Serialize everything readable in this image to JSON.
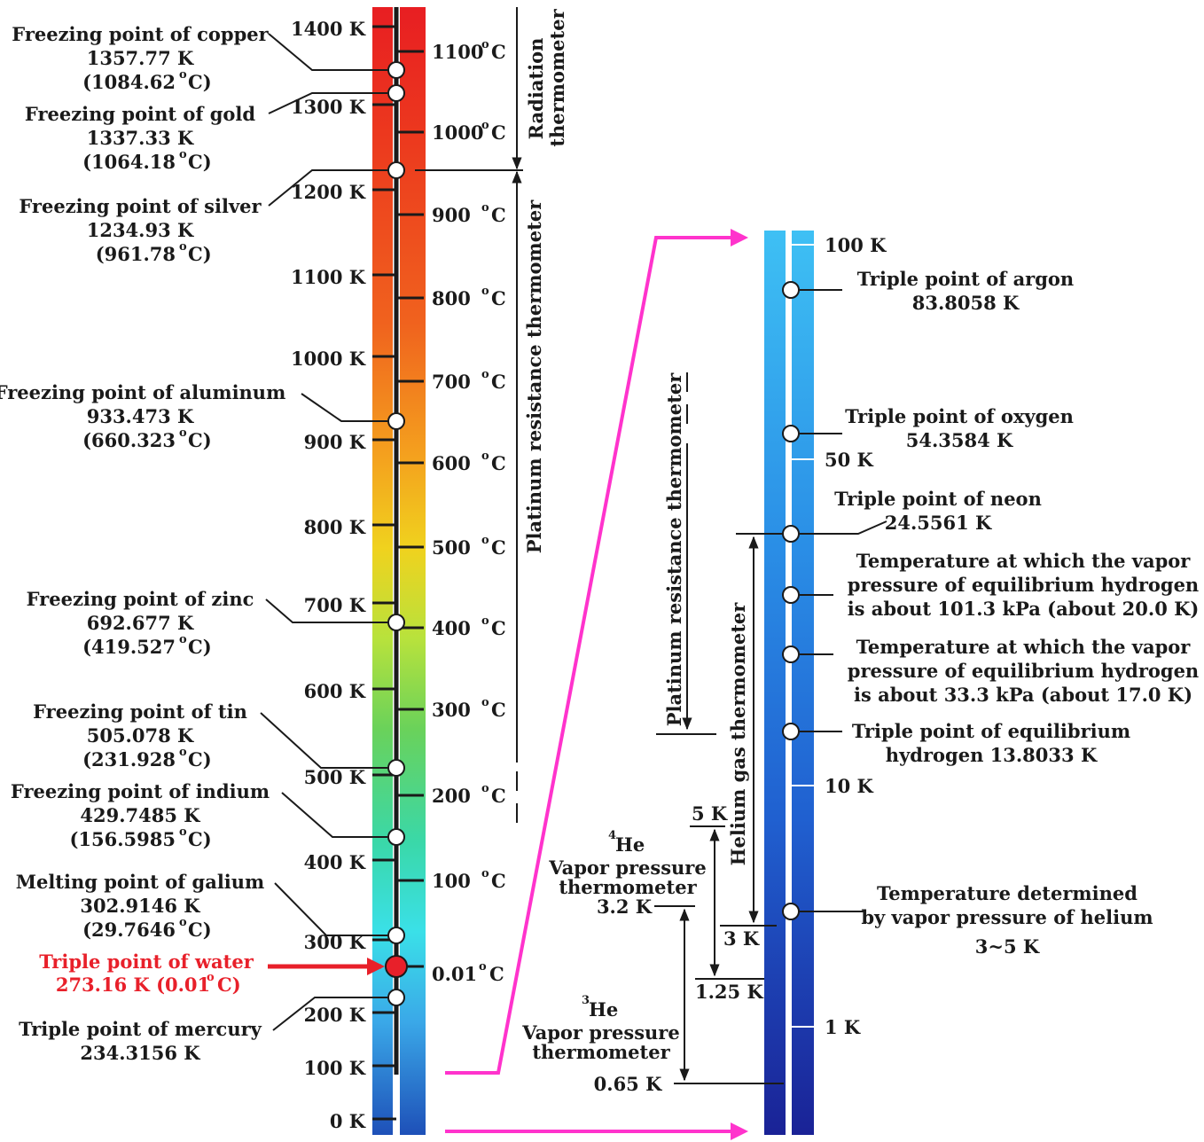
{
  "left_scale": {
    "kelvin_ticks": [
      "1400 K",
      "1300 K",
      "1200 K",
      "1100 K",
      "1000 K",
      "900 K",
      "800 K",
      "700 K",
      "600 K",
      "500 K",
      "400 K",
      "300 K",
      "200 K",
      "100 K",
      "0 K"
    ],
    "celsius_ticks": [
      "1100",
      "1000",
      "900",
      "800",
      "700",
      "600",
      "500",
      "400",
      "300",
      "200",
      "100"
    ],
    "celsius_unit": "C",
    "degree_mark": "o",
    "water_celsius": "0.01"
  },
  "fixed_points_left": [
    {
      "name": "Freezing point of copper",
      "kelvin": "1357.77 K",
      "celsius": "(1084.62",
      "celsius_unit": "C)"
    },
    {
      "name": "Freezing point of gold",
      "kelvin": "1337.33 K",
      "celsius": "(1064.18",
      "celsius_unit": "C)"
    },
    {
      "name": "Freezing point of silver",
      "kelvin": "1234.93 K",
      "celsius": "(961.78",
      "celsius_unit": "C)"
    },
    {
      "name": "Freezing point of aluminum",
      "kelvin": "933.473 K",
      "celsius": "(660.323",
      "celsius_unit": "C)"
    },
    {
      "name": "Freezing point of zinc",
      "kelvin": "692.677 K",
      "celsius": "(419.527",
      "celsius_unit": "C)"
    },
    {
      "name": "Freezing point of tin",
      "kelvin": "505.078 K",
      "celsius": "(231.928",
      "celsius_unit": "C)"
    },
    {
      "name": "Freezing point of indium",
      "kelvin": "429.7485 K",
      "celsius": "(156.5985",
      "celsius_unit": "C)"
    },
    {
      "name": "Melting point of galium",
      "kelvin": "302.9146 K",
      "celsius": "(29.7646",
      "celsius_unit": "C)"
    },
    {
      "name": "Triple point of water",
      "kelvin": "273.16 K (0.01",
      "celsius_unit": "C)"
    },
    {
      "name": "Triple point of mercury",
      "kelvin": "234.3156 K"
    }
  ],
  "left_thermometers": {
    "radiation_line1": "Radiation",
    "radiation_line2": "thermometer",
    "platinum": "Platinum resistance thermometer"
  },
  "right_scale": {
    "kelvin_ticks": [
      "100 K",
      "50 K",
      "10 K",
      "1 K"
    ]
  },
  "fixed_points_right": [
    {
      "line1": "Triple point of argon",
      "line2": "83.8058 K"
    },
    {
      "line1": "Triple point of oxygen",
      "line2": "54.3584 K"
    },
    {
      "line1": "Triple point of neon",
      "line2": "24.5561 K"
    },
    {
      "line1": "Temperature at which the vapor",
      "line2": "pressure of equilibrium hydrogen",
      "line3": "is about 101.3 kPa (about 20.0 K)"
    },
    {
      "line1": "Temperature at which the vapor",
      "line2": "pressure of equilibrium hydrogen",
      "line3": "is about 33.3 kPa (about 17.0 K)"
    },
    {
      "line1": "Triple point of equilibrium",
      "line2": "hydrogen 13.8033 K"
    },
    {
      "line1": "Temperature determined",
      "line2": "by vapor pressure of helium",
      "line3": "3~5 K"
    }
  ],
  "right_thermometers": {
    "platinum": "Platinum resistance thermometer",
    "helium_gas": "Helium gas thermometer",
    "he4_sup": "4",
    "he4_symbol": "He",
    "he4_line2": "Vapor pressure",
    "he4_line3": "thermometer",
    "he4_limit": "3.2 K",
    "he4_upper": "5 K",
    "he3_sup": "3",
    "he3_symbol": "He",
    "he3_line2": "Vapor pressure",
    "he3_line3": "thermometer",
    "he3_limit": "0.65 K",
    "helium_gas_lower": "3 K",
    "he4_lower": "1.25 K"
  },
  "colors": {
    "red_marker": "#e8202a",
    "magenta_arrow": "#ff33cc",
    "left_bar_top": "#e82020",
    "left_bar_bottom": "#1f5fc0",
    "right_bar_top": "#3ab8f0",
    "right_bar_bottom": "#1a2a9a"
  }
}
